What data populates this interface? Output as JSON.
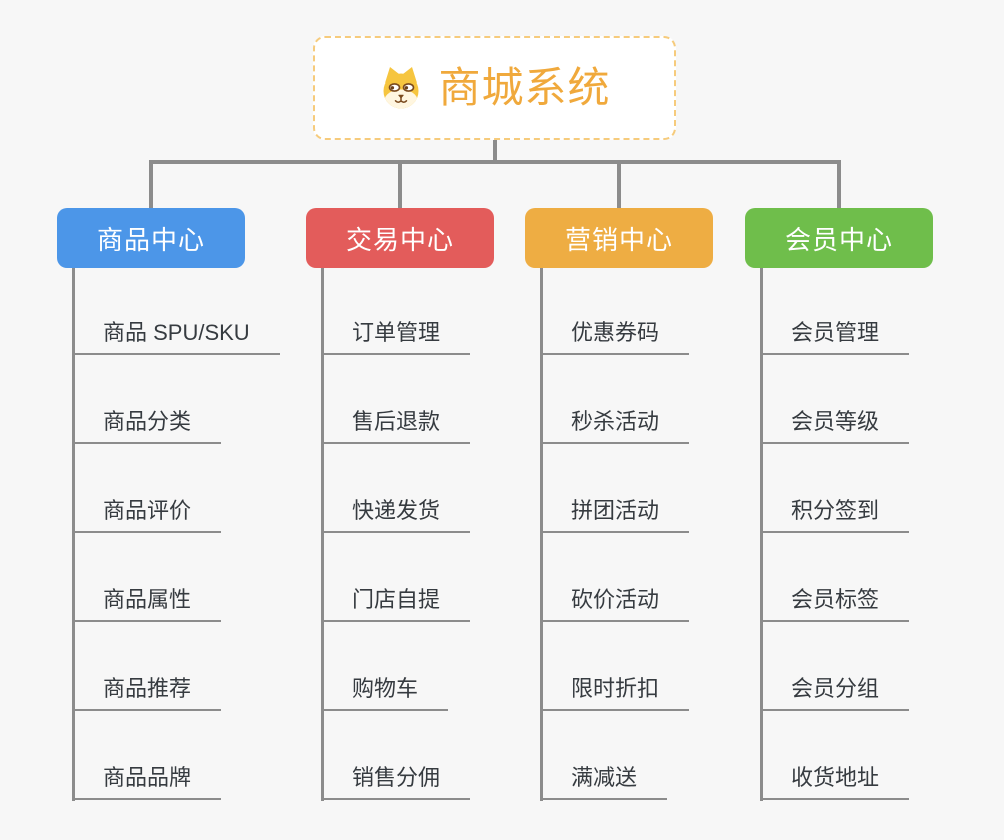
{
  "canvas": {
    "background": "#F7F7F7",
    "connector_color": "#8C8C8C",
    "child_text_color": "#363B40"
  },
  "root": {
    "title": "商城系统",
    "icon": "dog-face-icon",
    "fill": "#FFFFFF",
    "border_color": "#F6CB7C",
    "text_color": "#F0A93C"
  },
  "branches": [
    {
      "label": "商品中心",
      "color": "#4C96E8",
      "items": [
        "商品 SPU/SKU",
        "商品分类",
        "商品评价",
        "商品属性",
        "商品推荐",
        "商品品牌"
      ]
    },
    {
      "label": "交易中心",
      "color": "#E35C5B",
      "items": [
        "订单管理",
        "售后退款",
        "快递发货",
        "门店自提",
        "购物车",
        "销售分佣"
      ]
    },
    {
      "label": "营销中心",
      "color": "#EEAD43",
      "items": [
        "优惠券码",
        "秒杀活动",
        "拼团活动",
        "砍价活动",
        "限时折扣",
        "满减送"
      ]
    },
    {
      "label": "会员中心",
      "color": "#6FBE4B",
      "items": [
        "会员管理",
        "会员等级",
        "积分签到",
        "会员标签",
        "会员分组",
        "收货地址"
      ]
    }
  ]
}
